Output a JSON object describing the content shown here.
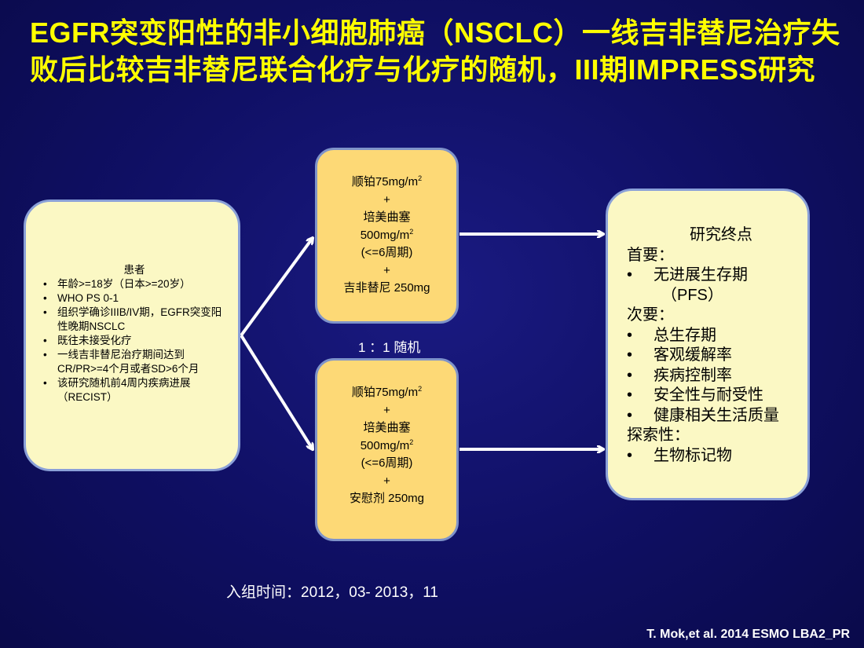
{
  "title": "EGFR突变阳性的非小细胞肺癌（NSCLC）一线吉非替尼治疗失败后比较吉非替尼联合化疗与化疗的随机，III期IMPRESS研究",
  "patients": {
    "heading": "患者",
    "items": [
      "年龄>=18岁（日本>=20岁）",
      "WHO PS 0-1",
      "组织学确诊IIIB/IV期，EGFR突变阳性晚期NSCLC",
      "既往未接受化疗",
      "一线吉非替尼治疗期间达到CR/PR>=4个月或者SD>6个月",
      "该研究随机前4周内疾病进展（RECIST）"
    ]
  },
  "arm1": {
    "line1": "顺铂75mg/m",
    "line1_sup": "2",
    "plus1": "+",
    "line2": "培美曲塞",
    "line3": "500mg/m",
    "line3_sup": "2",
    "line4": "(<=6周期)",
    "plus2": "+",
    "line5": "吉非替尼 250mg"
  },
  "arm2": {
    "line1": "顺铂75mg/m",
    "line1_sup": "2",
    "plus1": "+",
    "line2": "培美曲塞",
    "line3": "500mg/m",
    "line3_sup": "2",
    "line4": "(<=6周期)",
    "plus2": "+",
    "line5": "安慰剂 250mg"
  },
  "randomization": "1 ：1 随机",
  "endpoints": {
    "heading": "研究终点",
    "primary_label": "首要：",
    "primary_item": "无进展生存期",
    "primary_item_abbr": "（PFS）",
    "secondary_label": "次要：",
    "secondary_items": [
      "总生存期",
      "客观缓解率",
      "疾病控制率",
      "安全性与耐受性",
      "健康相关生活质量"
    ],
    "exploratory_label": "探索性：",
    "exploratory_items": [
      "生物标记物"
    ]
  },
  "enrollment": "入组时间：2012，03- 2013，11",
  "citation": "T. Mok,et al. 2014 ESMO  LBA2_PR",
  "colors": {
    "background": "#0f0f63",
    "title": "#ffff00",
    "box_light": "#fbf8c4",
    "box_arm": "#fdd976",
    "arrow": "#ffffff"
  }
}
